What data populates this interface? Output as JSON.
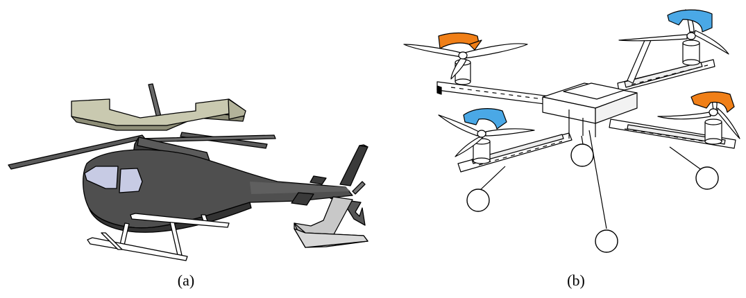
{
  "figure": {
    "captions": {
      "a": "(a)",
      "b": "(b)"
    }
  },
  "colors": {
    "background": "#ffffff",
    "helicopter_body": "#4f4f4f",
    "helicopter_body_dark": "#3a3a3a",
    "helicopter_window": "#c7cbe4",
    "main_rotor_arrow": "#c9c9b0",
    "tail_rotor_arrow": "#c8c8c8",
    "rotor_arrow_orange": "#f07f17",
    "rotor_arrow_blue": "#4aa8e6",
    "outline": "#000000",
    "frame_fill": "#ffffff"
  },
  "icons": {
    "panel_a": "helicopter-illustration",
    "panel_b": "quadrotor-illustration"
  }
}
